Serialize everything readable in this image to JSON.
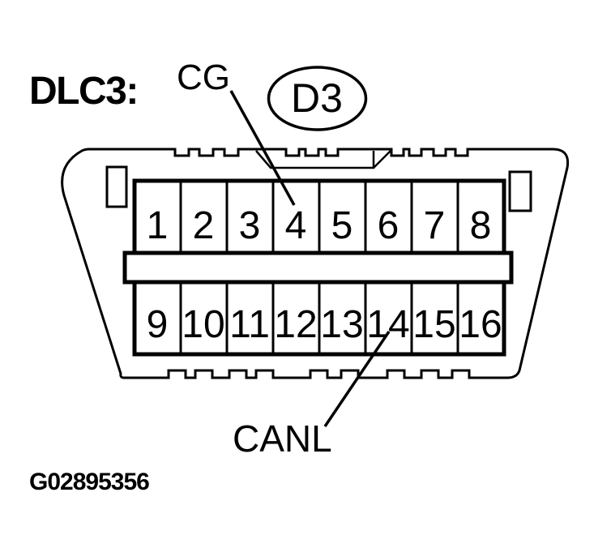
{
  "diagram": {
    "title": "DLC3:",
    "connector_id": "D3",
    "pin4_signal": "CG",
    "pin14_signal": "CANL",
    "figure_id": "G02895356"
  },
  "pins": {
    "top_row": [
      "1",
      "2",
      "3",
      "4",
      "5",
      "6",
      "7",
      "8"
    ],
    "bottom_row": [
      "9",
      "10",
      "11",
      "12",
      "13",
      "14",
      "15",
      "16"
    ]
  },
  "colors": {
    "ink": "#000000",
    "paper": "#ffffff"
  }
}
